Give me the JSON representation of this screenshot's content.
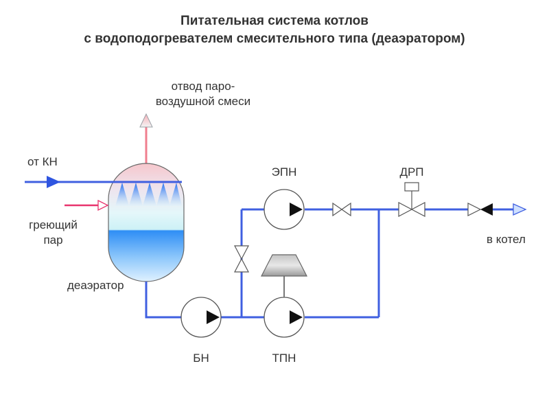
{
  "title": {
    "line1": "Питательная система котлов",
    "line2": "с водоподогревателем смесительного типа (деаэратором)"
  },
  "labels": {
    "vent_line1": "отвод паро-",
    "vent_line2": "воздушной смеси",
    "from_kn": "от КН",
    "heating_steam_line1": "греющий",
    "heating_steam_line2": "пар",
    "deaerator": "деаэратор",
    "epn": "ЭПН",
    "drp": "ДРП",
    "to_boiler": "в котел",
    "bn": "БН",
    "tpn": "ТПН"
  },
  "colors": {
    "pipe": "#3f5fe0",
    "vent": "#f07e8e",
    "steam": "#e8336d",
    "water": "#2f8ef5",
    "outline": "#555555",
    "text": "#333333"
  }
}
